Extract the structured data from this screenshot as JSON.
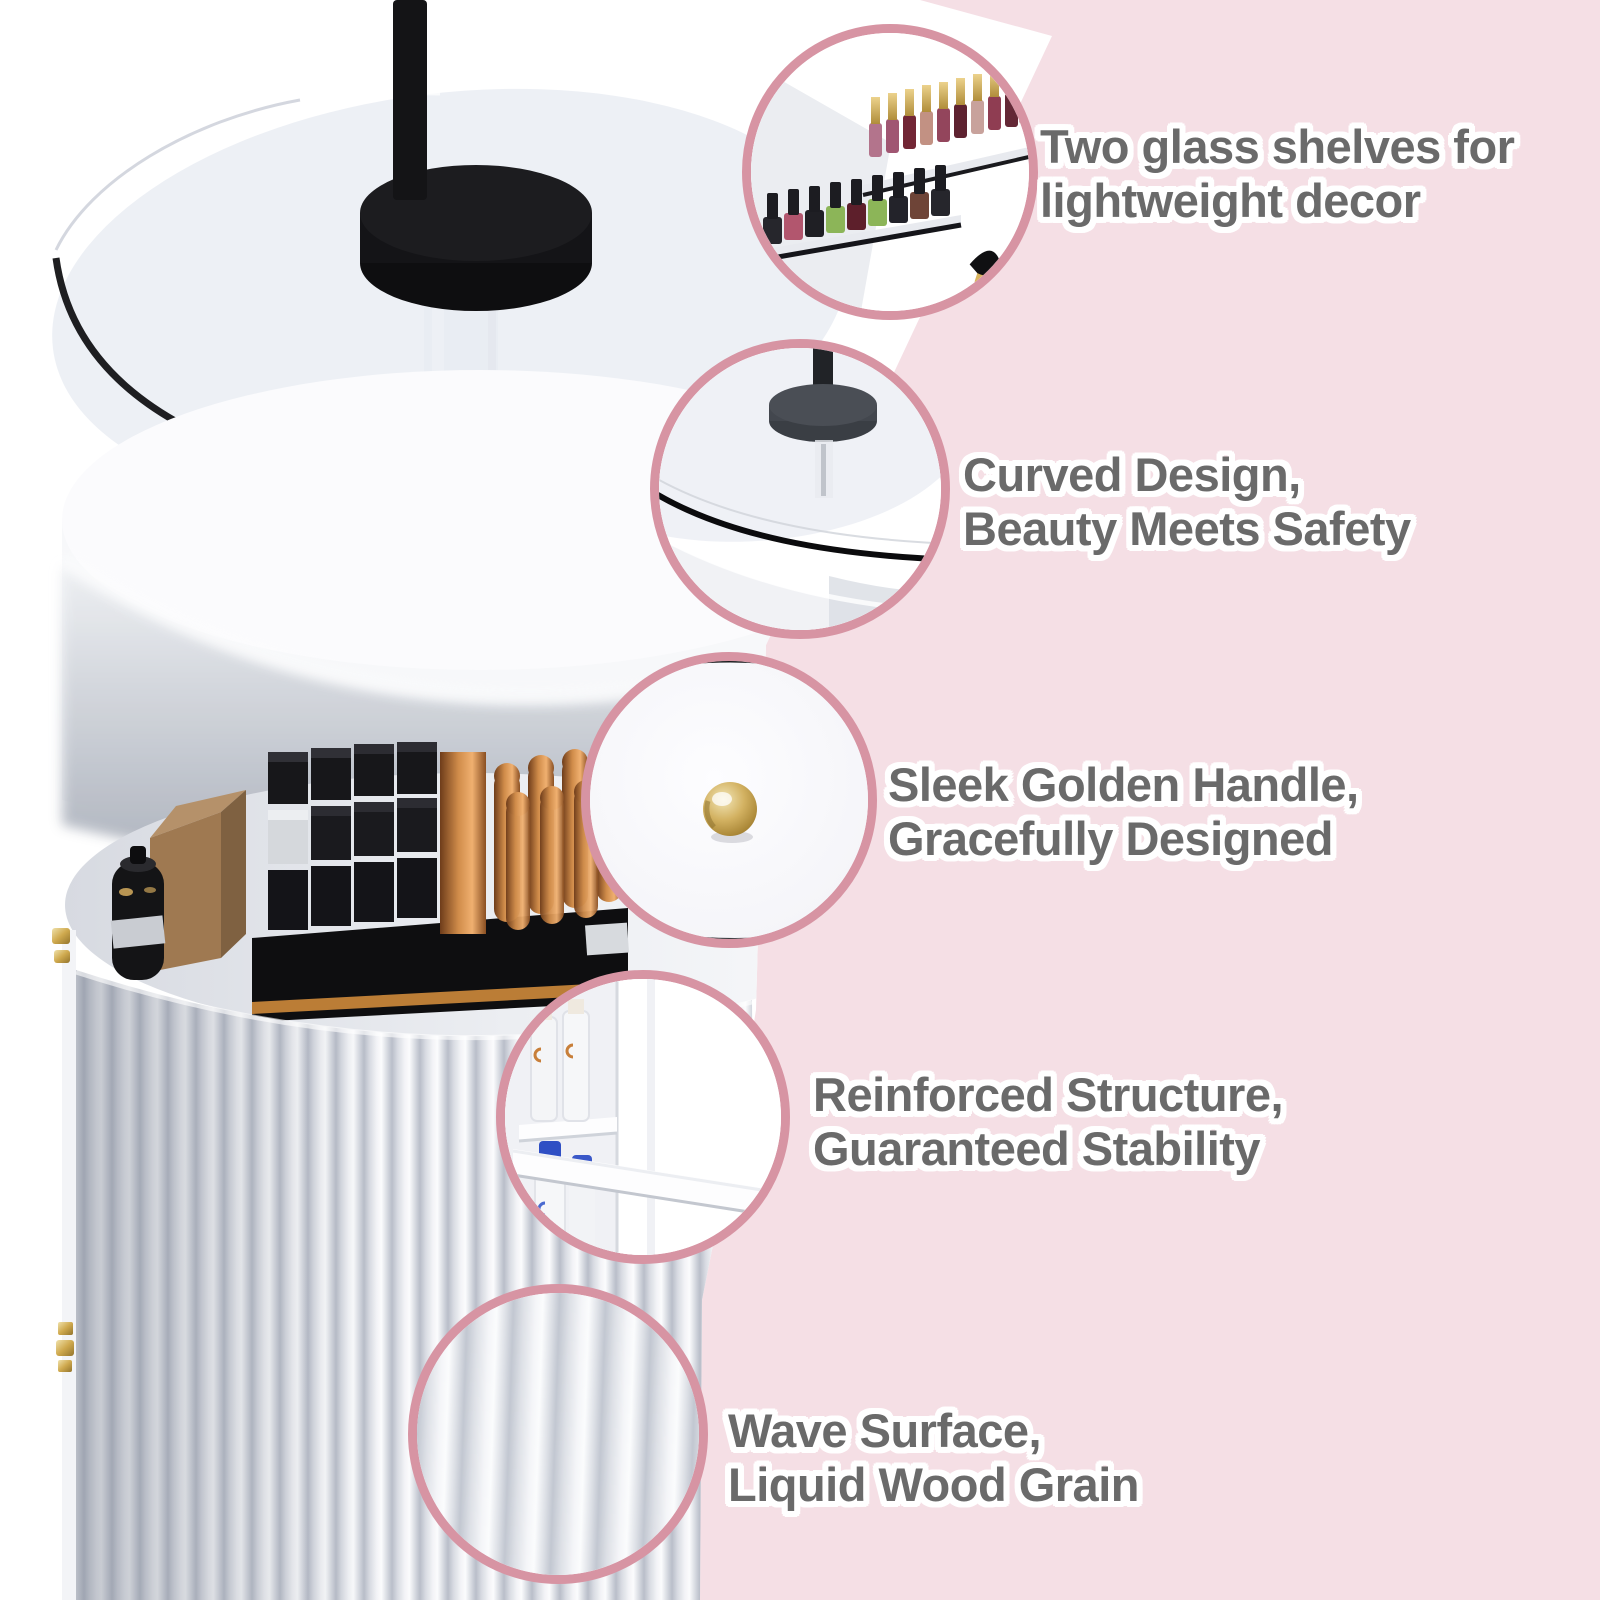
{
  "page": {
    "type": "product-feature-infographic",
    "product": "round vanity table with glass top"
  },
  "palette": {
    "background_pink": "#f5dfe5",
    "callout_border_pink": "#d794a3",
    "headline_gray": "#6a6a6a",
    "gold_accent": "#c9a54f",
    "product_white": "#f7f8fa",
    "pole_black": "#141416"
  },
  "features": [
    {
      "id": "glass-shelves",
      "line1": "Two glass shelves for",
      "line2": "lightweight decor",
      "callout": "nail-polish-shelves"
    },
    {
      "id": "curved-design",
      "line1": "Curved Design,",
      "line2": "Beauty Meets Safety",
      "callout": "glass-top-detail"
    },
    {
      "id": "golden-handle",
      "line1": "Sleek Golden Handle,",
      "line2": "Gracefully Designed",
      "callout": "drawer-knob-detail"
    },
    {
      "id": "reinforced",
      "line1": "Reinforced Structure,",
      "line2": "Guaranteed Stability",
      "callout": "inner-shelf-detail"
    },
    {
      "id": "wave-surface",
      "line1": "Wave Surface,",
      "line2": "Liquid Wood Grain",
      "callout": "fluted-texture-detail"
    }
  ]
}
